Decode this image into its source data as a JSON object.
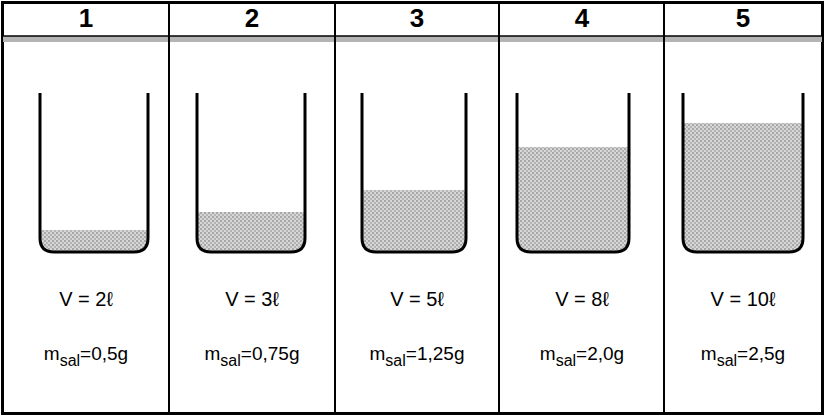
{
  "diagram": {
    "labels": [
      "1",
      "2",
      "3",
      "4",
      "5",
      "V = 2ℓ",
      "V = 3ℓ",
      "V = 5ℓ",
      "V = 8ℓ",
      "V = 10ℓ",
      "m",
      "sal",
      "=0,5g",
      "m",
      "sal",
      "=0,75g",
      "m",
      "sal",
      "=1,25g",
      "m",
      "sal",
      "=2,0g",
      "m",
      "sal",
      "=2,5g"
    ]
  }
}
